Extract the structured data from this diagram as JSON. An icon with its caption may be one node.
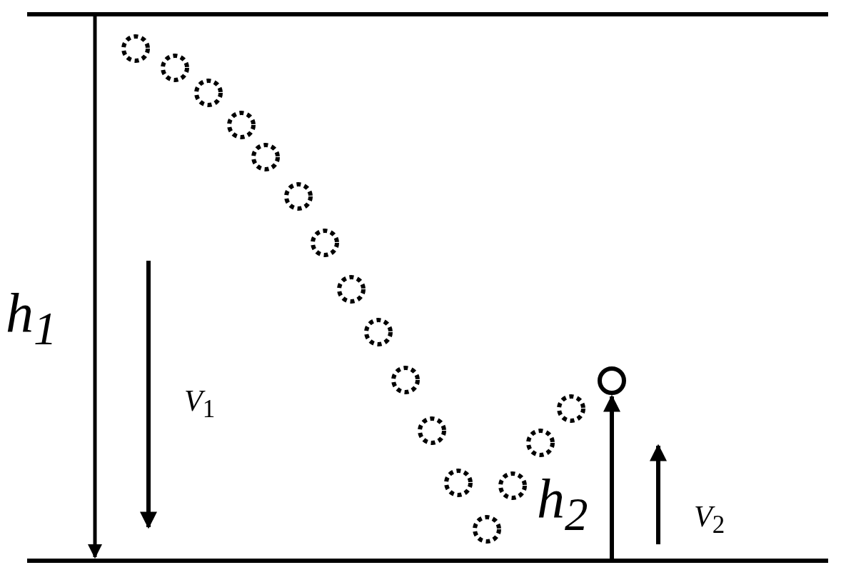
{
  "diagram": {
    "labels": [
      "h$_{1}$",
      "*V*$_{1}$",
      "h$_{2}$",
      "*V*$_{2}$"
    ]
  }
}
